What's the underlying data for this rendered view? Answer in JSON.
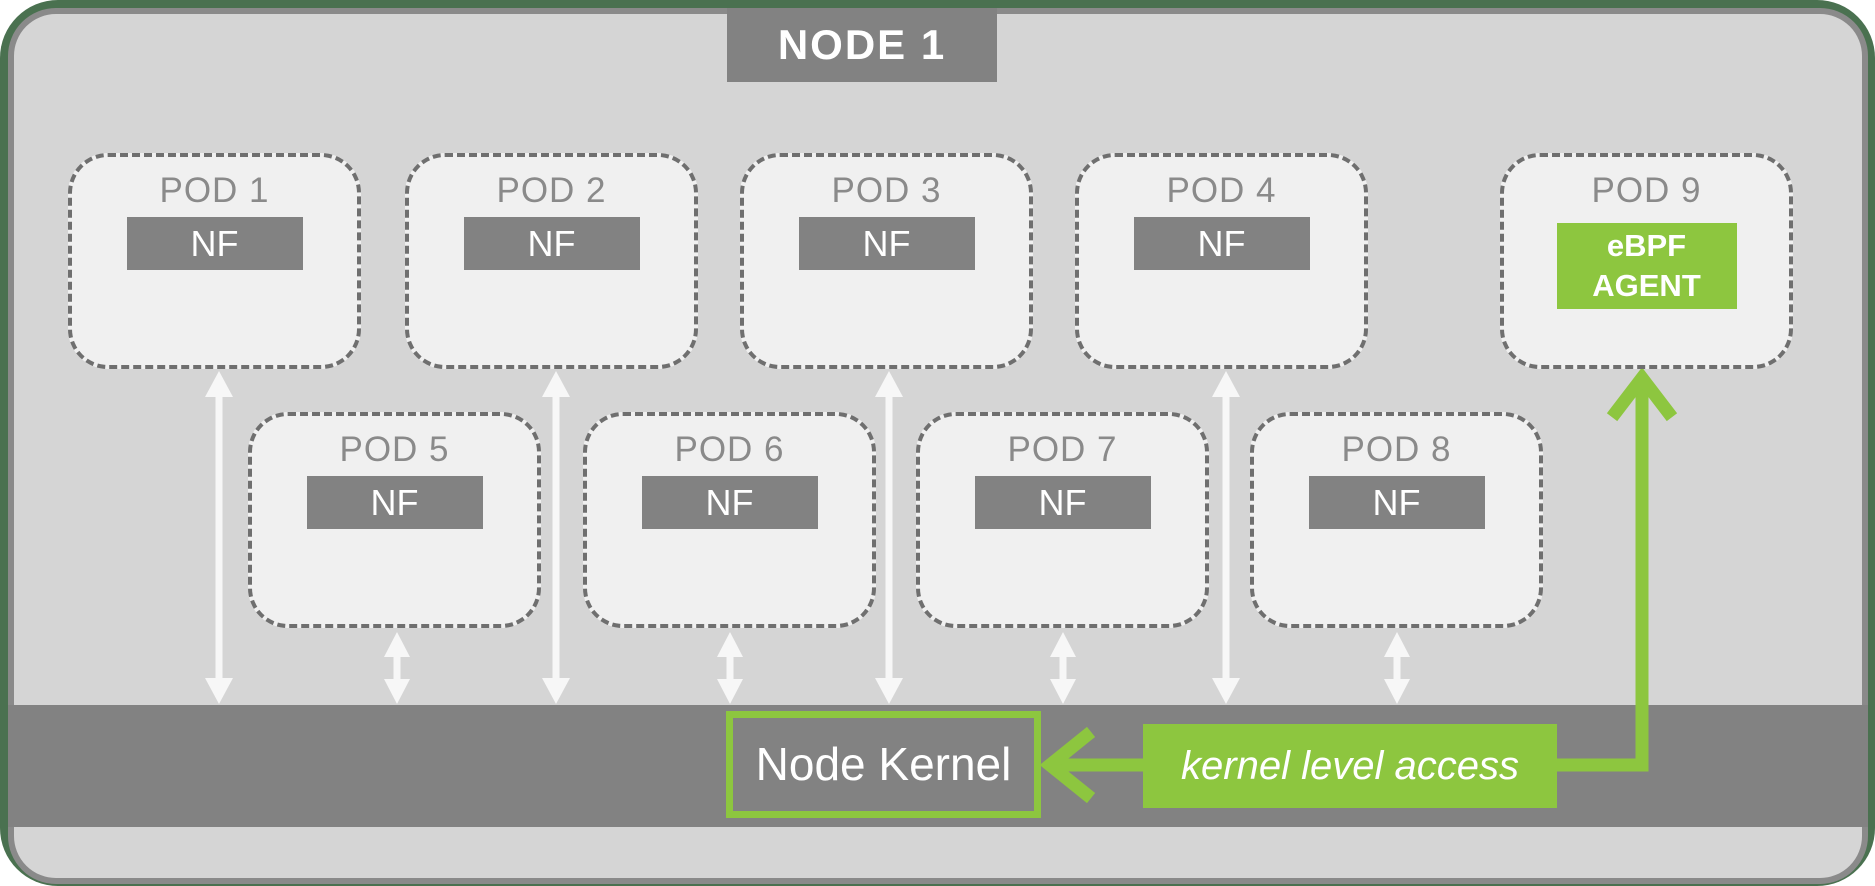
{
  "node": {
    "title": "NODE 1"
  },
  "pods": [
    {
      "label": "POD 1",
      "chip": "NF"
    },
    {
      "label": "POD 2",
      "chip": "NF"
    },
    {
      "label": "POD 3",
      "chip": "NF"
    },
    {
      "label": "POD 4",
      "chip": "NF"
    },
    {
      "label": "POD 5",
      "chip": "NF"
    },
    {
      "label": "POD 6",
      "chip": "NF"
    },
    {
      "label": "POD 7",
      "chip": "NF"
    },
    {
      "label": "POD 8",
      "chip": "NF"
    },
    {
      "label": "POD 9",
      "chip": "eBPF AGENT"
    }
  ],
  "kernel": {
    "label": "Node Kernel"
  },
  "annotations": {
    "kernel_access_label": "kernel level access"
  },
  "colors": {
    "accent_green": "#8DC63F",
    "background_green": "#4A7150",
    "bar_gray": "#828282",
    "node_fill": "#D5D5D5",
    "pod_fill": "#F0F0F0",
    "arrow_white": "#F7F7F7"
  }
}
